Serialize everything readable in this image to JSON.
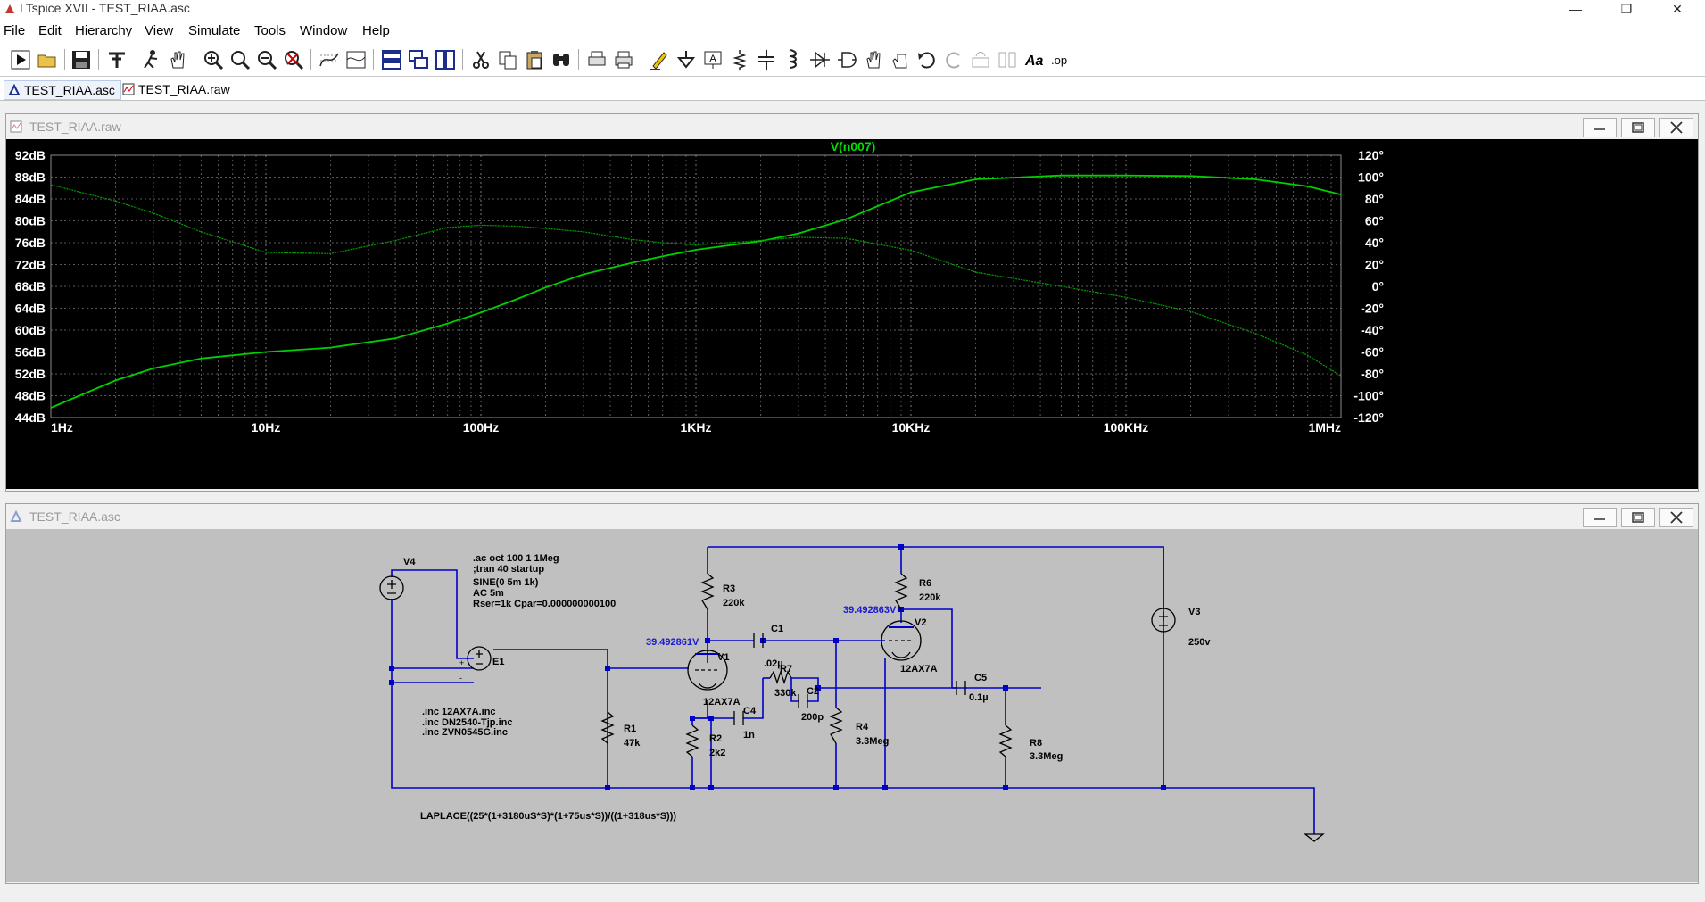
{
  "window": {
    "title": "LTspice XVII - TEST_RIAA.asc"
  },
  "menu": [
    "File",
    "Edit",
    "Hierarchy",
    "View",
    "Simulate",
    "Tools",
    "Window",
    "Help"
  ],
  "tabs": [
    {
      "label": "TEST_RIAA.asc",
      "active": true
    },
    {
      "label": "TEST_RIAA.raw",
      "active": false
    }
  ],
  "waveform": {
    "title": "TEST_RIAA.raw",
    "chart_data": {
      "type": "line",
      "title": "V(n007)",
      "x_scale": "log",
      "xlim": [
        1,
        1000000
      ],
      "x_ticks": [
        "1Hz",
        "10Hz",
        "100Hz",
        "1KHz",
        "10KHz",
        "100KHz",
        "1MHz"
      ],
      "y_left_ticks": [
        "92dB",
        "88dB",
        "84dB",
        "80dB",
        "76dB",
        "72dB",
        "68dB",
        "64dB",
        "60dB",
        "56dB",
        "52dB",
        "48dB",
        "44dB"
      ],
      "y_right_ticks": [
        "120°",
        "100°",
        "80°",
        "60°",
        "40°",
        "20°",
        "0°",
        "-20°",
        "-40°",
        "-60°",
        "-80°",
        "-100°",
        "-120°"
      ],
      "ylim_left": [
        44,
        92
      ],
      "ylim_right": [
        -120,
        120
      ],
      "grid": true,
      "series": [
        {
          "name": "V(n007)",
          "role": "magnitude",
          "color": "#00d000",
          "x": [
            1,
            2,
            3,
            5,
            10,
            20,
            40,
            70,
            100,
            150,
            200,
            300,
            500,
            700,
            1000,
            2000,
            3000,
            5000,
            10000,
            20000,
            50000,
            100000,
            200000,
            400000,
            700000,
            1000000
          ],
          "y": [
            45.8,
            50.8,
            53.0,
            54.8,
            56.0,
            56.8,
            58.5,
            61.2,
            63.2,
            65.8,
            67.8,
            70.2,
            72.3,
            73.5,
            74.7,
            76.3,
            77.7,
            80.3,
            85.2,
            87.6,
            88.3,
            88.3,
            88.2,
            87.6,
            86.3,
            84.8
          ]
        },
        {
          "name": "V(n007)",
          "role": "phase",
          "color": "#00a000",
          "x": [
            1,
            2,
            3,
            5,
            10,
            20,
            40,
            70,
            100,
            150,
            200,
            300,
            500,
            700,
            1000,
            2000,
            3000,
            5000,
            10000,
            20000,
            50000,
            100000,
            200000,
            400000,
            700000,
            1000000
          ],
          "y": [
            93,
            78,
            67,
            50,
            31,
            30,
            42,
            54,
            56,
            55,
            53,
            50,
            43,
            40,
            38,
            42,
            45,
            44,
            33,
            13,
            0,
            -10,
            -23,
            -43,
            -63,
            -82
          ]
        }
      ]
    }
  },
  "schematic": {
    "title": "TEST_RIAA.asc",
    "directives": [
      ".ac oct 100 1 1Meg",
      ";tran 40 startup"
    ],
    "source_params": [
      "SINE(0 5m 1k)",
      "AC 5m",
      "Rser=1k Cpar=0.000000000100"
    ],
    "includes": [
      ".inc 12AX7A.inc",
      ".inc DN2540-Tjp.inc",
      ".inc ZVN0545G.inc"
    ],
    "laplace": "LAPLACE((25*(1+3180uS*S)*(1+75us*S))/((1+318us*S)))",
    "components": {
      "V4": "V4",
      "E1": "E1",
      "V1": "V1",
      "V1_model": "12AX7A",
      "V2": "V2",
      "V2_model": "12AX7A",
      "V3": "V3",
      "V3_value": "250v",
      "R1": "R1",
      "R1_value": "47k",
      "R2": "R2",
      "R2_value": "2k2",
      "R3": "R3",
      "R3_value": "220k",
      "R4": "R4",
      "R4_value": "3.3Meg",
      "R6": "R6",
      "R6_value": "220k",
      "R7": "R7",
      "R7_value": "330k",
      "R8": "R8",
      "R8_value": "3.3Meg",
      "C1": "C1",
      "C1_value": ".02µ",
      "C2": "C2",
      "C2_value": "200p",
      "C4": "C4",
      "C4_value": "1n",
      "C5": "C5",
      "C5_value": "0.1µ"
    },
    "node_voltages": [
      "39.492861V",
      "39.492863V"
    ]
  }
}
